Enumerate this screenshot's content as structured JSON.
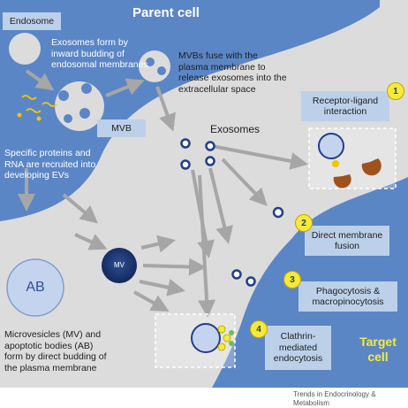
{
  "labels": {
    "parent_cell": "Parent cell",
    "target_cell": "Target\ncell",
    "endosome": "Endosome",
    "exosomes_form": "Exosomes form by\ninward budding of\nendosomal membranes",
    "mvb": "MVB",
    "mvbs_fuse": "MVBs fuse with the\nplasma membrane to\nrelease exosomes into the\nextracellular space",
    "exosomes": "Exosomes",
    "proteins_rna": "Specific proteins and\nRNA are recruited into\ndeveloping EVs",
    "mv": "MV",
    "ab": "AB",
    "microvesicles": "Microvesicles (MV) and\napoptotic bodies (AB)\nform by direct budding of\nthe plasma membrane",
    "footer": "Trends in Endocrinology & Metabolism"
  },
  "mechanisms": [
    {
      "number": "1",
      "label": "Receptor-ligand\ninteraction"
    },
    {
      "number": "2",
      "label": "Direct membrane\nfusion"
    },
    {
      "number": "3",
      "label": "Phagocytosis &\nmacropinocytosis"
    },
    {
      "number": "4",
      "label": "Clathrin-\nmediated\nendocytosis"
    }
  ],
  "colors": {
    "cell_blue": "#5b86c6",
    "extracellular_gray": "#dcdcdc",
    "label_box": "#bcd0ea",
    "badge_yellow": "#f4ea3a",
    "arrow_gray": "#a6a6a6",
    "receptor_brown": "#a0521c"
  }
}
